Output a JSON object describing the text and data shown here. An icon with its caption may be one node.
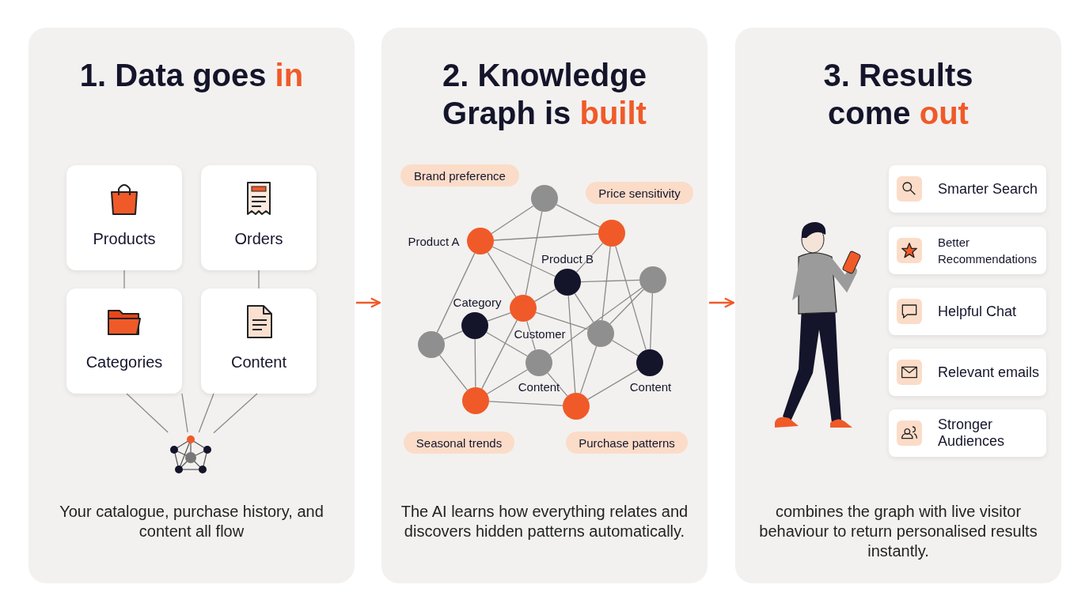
{
  "diagram": {
    "nodes": [
      {
        "text": [
          "1. Data goes in",
          "Your catalogue, purchase history, and content all flow"
        ]
      },
      {
        "text": [
          "Products"
        ],
        "in": 0
      },
      {
        "text": [
          "Orders"
        ],
        "in": 0
      },
      {
        "text": [
          "Categories"
        ],
        "in": 0
      },
      {
        "text": [
          "Content"
        ],
        "in": 0
      },
      {
        "text": [],
        "shape": "picture",
        "in": 0
      },
      {
        "text": [
          "2. Knowledge Graph is built",
          "The AI learns how everything relates and discovers hidden patterns automatically."
        ]
      },
      {
        "text": [
          "Brand preference"
        ],
        "in": 6
      },
      {
        "text": [
          "Price sensitivity"
        ],
        "in": 6
      },
      {
        "text": [],
        "shape": "circle",
        "in": 6
      },
      {
        "text": [],
        "shape": "circle",
        "in": 6,
        "beside": [
          "Product A"
        ]
      },
      {
        "text": [],
        "shape": "circle",
        "in": 6
      },
      {
        "text": [],
        "shape": "circle",
        "in": 6,
        "beside": [
          "Product B"
        ]
      },
      {
        "text": [],
        "shape": "circle",
        "in": 6
      },
      {
        "text": [],
        "shape": "circle",
        "in": 6,
        "beside": [
          "Category"
        ]
      },
      {
        "text": [],
        "shape": "circle",
        "in": 6,
        "beside": [
          "Customer"
        ]
      },
      {
        "text": [],
        "shape": "circle",
        "in": 6
      },
      {
        "text": [],
        "shape": "circle",
        "in": 6
      },
      {
        "text": [],
        "shape": "circle",
        "in": 6,
        "beside": [
          "Content"
        ]
      },
      {
        "text": [],
        "shape": "circle",
        "in": 6,
        "beside": [
          "Content"
        ]
      },
      {
        "text": [],
        "shape": "circle",
        "in": 6
      },
      {
        "text": [],
        "shape": "circle",
        "in": 6
      },
      {
        "text": [
          "Seasonal trends"
        ],
        "in": 6
      },
      {
        "text": [
          "Purchase patterns"
        ],
        "in": 6
      },
      {
        "text": [
          "3. Results come out",
          "combines the graph with live visitor behaviour to return personalised results instantly."
        ]
      },
      {
        "text": [
          "Smarter Search"
        ],
        "in": 24
      },
      {
        "text": [
          "Better Recommendations"
        ],
        "in": 24
      },
      {
        "text": [
          "Helpful Chat"
        ],
        "in": 24
      },
      {
        "text": [
          "Relevant emails"
        ],
        "in": 24
      },
      {
        "text": [
          "Stronger Audiences"
        ],
        "in": 24
      }
    ],
    "edges": [
      {
        "from": 1,
        "to": 3,
        "arrow": "none"
      },
      {
        "from": 2,
        "to": 4,
        "arrow": "none"
      },
      {
        "from": 3,
        "to": 5,
        "arrow": "none"
      },
      {
        "from": 3,
        "to": 5,
        "arrow": "none"
      },
      {
        "from": 4,
        "to": 5,
        "arrow": "none"
      },
      {
        "from": 4,
        "to": 5,
        "arrow": "none"
      },
      {
        "from": 0,
        "to": 6,
        "arrow": "to",
        "color": "#f05a28"
      },
      {
        "from": 6,
        "to": 24,
        "arrow": "to",
        "color": "#f05a28"
      },
      {
        "from": 9,
        "to": 10,
        "arrow": "none"
      },
      {
        "from": 9,
        "to": 11,
        "arrow": "none"
      },
      {
        "from": 9,
        "to": 15,
        "arrow": "none"
      },
      {
        "from": 10,
        "to": 11,
        "arrow": "none"
      },
      {
        "from": 10,
        "to": 12,
        "arrow": "none"
      },
      {
        "from": 10,
        "to": 15,
        "arrow": "none"
      },
      {
        "from": 10,
        "to": 16,
        "arrow": "none"
      },
      {
        "from": 11,
        "to": 12,
        "arrow": "none"
      },
      {
        "from": 11,
        "to": 17,
        "arrow": "none"
      },
      {
        "from": 11,
        "to": 19,
        "arrow": "none"
      },
      {
        "from": 12,
        "to": 13,
        "arrow": "none"
      },
      {
        "from": 12,
        "to": 15,
        "arrow": "none"
      },
      {
        "from": 12,
        "to": 17,
        "arrow": "none"
      },
      {
        "from": 12,
        "to": 21,
        "arrow": "none"
      },
      {
        "from": 13,
        "to": 17,
        "arrow": "none"
      },
      {
        "from": 13,
        "to": 18,
        "arrow": "none"
      },
      {
        "from": 13,
        "to": 19,
        "arrow": "none"
      },
      {
        "from": 14,
        "to": 16,
        "arrow": "none"
      },
      {
        "from": 14,
        "to": 15,
        "arrow": "none"
      },
      {
        "from": 14,
        "to": 20,
        "arrow": "none"
      },
      {
        "from": 14,
        "to": 18,
        "arrow": "none"
      },
      {
        "from": 15,
        "to": 17,
        "arrow": "none"
      },
      {
        "from": 15,
        "to": 20,
        "arrow": "none"
      },
      {
        "from": 15,
        "to": 18,
        "arrow": "none"
      },
      {
        "from": 16,
        "to": 20,
        "arrow": "none"
      },
      {
        "from": 17,
        "to": 21,
        "arrow": "none"
      },
      {
        "from": 17,
        "to": 19,
        "arrow": "none"
      },
      {
        "from": 18,
        "to": 21,
        "arrow": "none"
      },
      {
        "from": 18,
        "to": 20,
        "arrow": "none"
      },
      {
        "from": 19,
        "to": 21,
        "arrow": "none"
      },
      {
        "from": 20,
        "to": 21,
        "arrow": "none"
      }
    ]
  }
}
